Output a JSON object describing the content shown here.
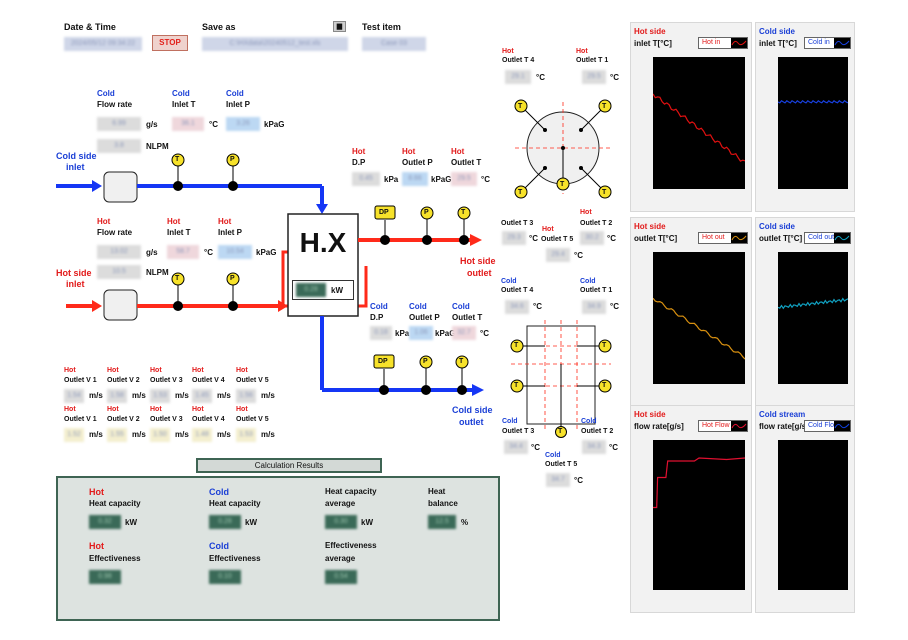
{
  "header": {
    "date_time_label": "Date & Time",
    "date_time_value": "2024/05/12 09:34:22",
    "stop_label": "STOP",
    "save_as_label": "Save as",
    "save_as_value": "C:\\HXdata\\20240512_test.xls",
    "test_item_label": "Test item",
    "test_item_value": "Case 03"
  },
  "cold_inlet": {
    "flow_hdr": "Cold",
    "flow_label": "Flow rate",
    "flow_value": "6.99",
    "flow_unit": "g/s",
    "nlpm_value": "3.8",
    "nlpm_unit": "NLPM",
    "t_hdr": "Cold",
    "t_label": "Inlet T",
    "t_value": "36.1",
    "t_unit": "°C",
    "p_hdr": "Cold",
    "p_label": "Inlet P",
    "p_value": "3.26",
    "p_unit": "kPaG",
    "side_label": "Cold side",
    "side_label2": "inlet"
  },
  "hot_inlet": {
    "flow_hdr": "Hot",
    "flow_label": "Flow rate",
    "flow_value": "13.02",
    "flow_unit": "g/s",
    "nlpm_value": "10.5",
    "nlpm_unit": "NLPM",
    "t_hdr": "Hot",
    "t_label": "Inlet T",
    "t_value": "58.7",
    "t_unit": "°C",
    "p_hdr": "Hot",
    "p_label": "Inlet P",
    "p_value": "10.54",
    "p_unit": "kPaG",
    "side_label": "Hot side",
    "side_label2": "inlet"
  },
  "hot_outlet": {
    "dp_hdr": "Hot",
    "dp_label": "D.P",
    "dp_value": "0.45",
    "dp_unit": "kPa",
    "p_hdr": "Hot",
    "p_label": "Outlet P",
    "p_value": "8.66",
    "p_unit": "kPaG",
    "t_hdr": "Hot",
    "t_label": "Outlet T",
    "t_value": "29.5",
    "t_unit": "°C",
    "side_label": "Hot side",
    "side_label2": "outlet"
  },
  "cold_outlet": {
    "dp_hdr": "Cold",
    "dp_label": "D.P",
    "dp_value": "0.18",
    "dp_unit": "kPa",
    "p_hdr": "Cold",
    "p_label": "Outlet P",
    "p_value": "1.06",
    "p_unit": "kPaG",
    "t_hdr": "Cold",
    "t_label": "Outlet T",
    "t_value": "32.7",
    "t_unit": "°C",
    "side_label": "Cold side",
    "side_label2": "outlet"
  },
  "hx": {
    "title": "H.X",
    "power_value": "0.28",
    "power_unit": "kW"
  },
  "sensors": {
    "t": "T",
    "p": "P",
    "dp": "DP"
  },
  "hot_outlet_temps": {
    "t4_hdr": "Hot",
    "t4_label": "Outlet T 4",
    "t4_value": "29.1",
    "t1_hdr": "Hot",
    "t1_label": "Outlet T 1",
    "t1_value": "29.5",
    "t3_hdr": "Hot",
    "t3_label": "Outlet T 3",
    "t3_value": "29.3",
    "t2_hdr": "Hot",
    "t2_label": "Outlet T 2",
    "t2_value": "30.2",
    "t5_hdr": "Hot",
    "t5_label": "Outlet T 5",
    "t5_value": "29.4",
    "unit": "°C"
  },
  "cold_outlet_temps": {
    "t4_hdr": "Cold",
    "t4_label": "Outlet T 4",
    "t4_value": "34.6",
    "t1_hdr": "Cold",
    "t1_label": "Outlet T 1",
    "t1_value": "34.9",
    "t3_hdr": "Cold",
    "t3_label": "Outlet T 3",
    "t3_value": "34.4",
    "t2_hdr": "Cold",
    "t2_label": "Outlet T 2",
    "t2_value": "34.3",
    "t5_hdr": "Cold",
    "t5_label": "Outlet T 5",
    "t5_value": "34.7",
    "unit": "°C"
  },
  "velocities": {
    "hot_hdr": "Hot",
    "labels": [
      "Outlet V 1",
      "Outlet V 2",
      "Outlet V 3",
      "Outlet V 4",
      "Outlet V 5"
    ],
    "row1": [
      "1.54",
      "1.58",
      "1.53",
      "1.45",
      "1.56"
    ],
    "row2": [
      "1.52",
      "1.55",
      "1.50",
      "1.48",
      "1.53"
    ],
    "unit": "m/s"
  },
  "calc": {
    "title": "Calculation Results",
    "hot_hdr": "Hot",
    "heat_capacity_label": "Heat capacity",
    "hot_cap_value": "0.32",
    "cold_hdr": "Cold",
    "cold_cap_value": "0.28",
    "avg_cap_label1": "Heat capacity",
    "avg_cap_label2": "average",
    "avg_cap_value": "0.30",
    "balance_label1": "Heat",
    "balance_label2": "balance",
    "balance_value": "12.5",
    "kw": "kW",
    "pct": "%",
    "hot_eff_hdr": "Hot",
    "eff_label": "Effectiveness",
    "hot_eff_value": "0.98",
    "cold_eff_hdr": "Cold",
    "cold_eff_value": "0.10",
    "avg_eff_label1": "Effectiveness",
    "avg_eff_label2": "average",
    "avg_eff_value": "0.54"
  },
  "charts": [
    {
      "hdr": "Hot side",
      "title": "inlet T[°C]",
      "legend": "Hot in",
      "hdr_color": "#e21a1a",
      "line_color": "#e01010"
    },
    {
      "hdr": "Cold side",
      "title": "inlet T[°C]",
      "legend": "Cold in",
      "hdr_color": "#1a3fd6",
      "line_color": "#1840e0"
    },
    {
      "hdr": "Hot side",
      "title": "outlet T[°C]",
      "legend": "Hot out",
      "hdr_color": "#e21a1a",
      "line_color": "#d89010"
    },
    {
      "hdr": "Cold side",
      "title": "outlet T[°C]",
      "legend": "Cold out",
      "hdr_color": "#1a3fd6",
      "line_color": "#10a0c0"
    },
    {
      "hdr": "Hot side",
      "title": "flow rate[g/s]",
      "legend": "Hot Flow",
      "hdr_color": "#e21a1a",
      "line_color": "#e01030"
    },
    {
      "hdr": "Cold stream",
      "title": "flow rate[g/s]",
      "legend": "Cold Flow",
      "hdr_color": "#1a3fd6",
      "line_color": "#1040e0"
    }
  ],
  "colors": {
    "hot": "#e21a1a",
    "cold": "#1a3fd6",
    "pipe_hot": "#ff2a1a",
    "pipe_cold": "#1536f5",
    "sensor": "#f7e22a"
  }
}
